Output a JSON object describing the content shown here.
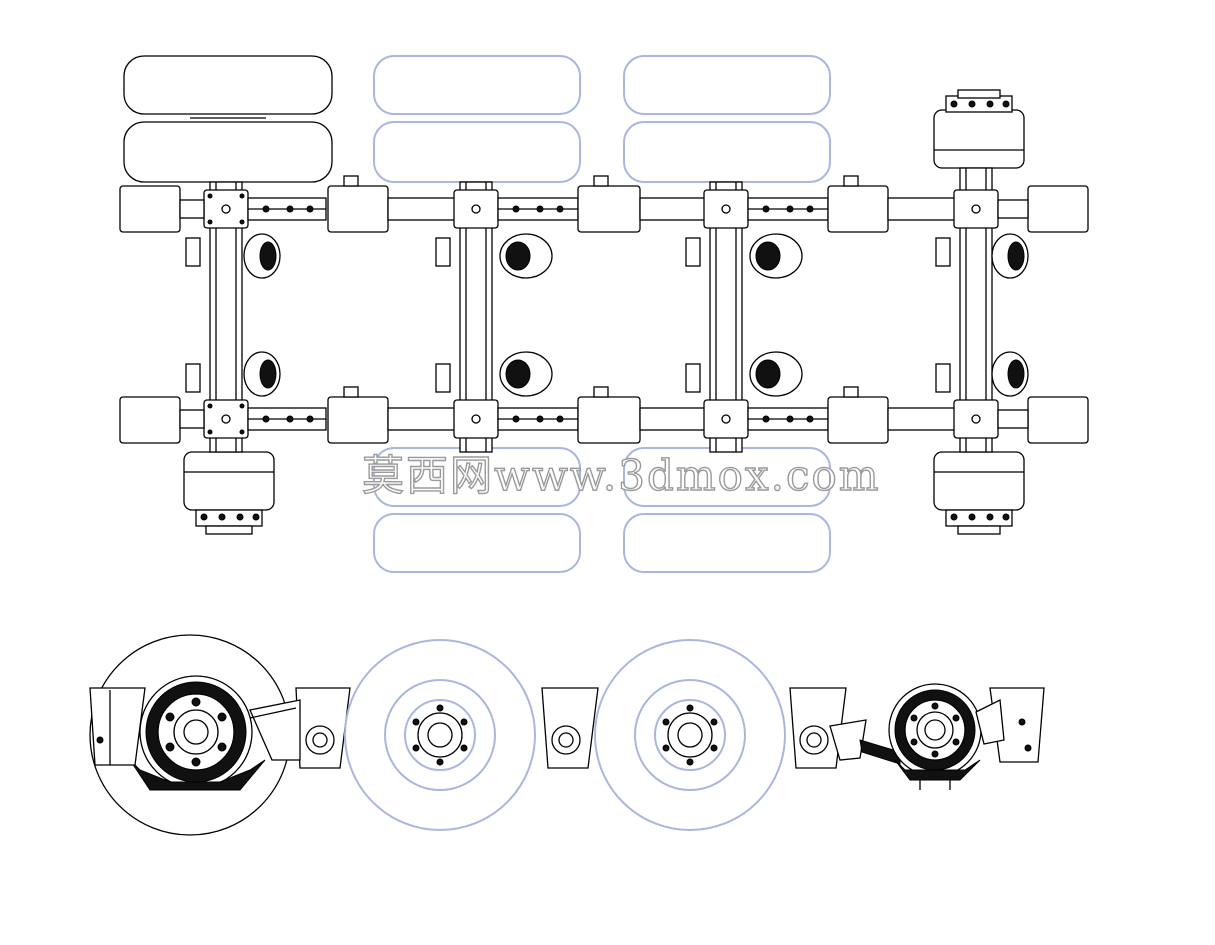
{
  "watermark": {
    "text": "莫西网www.3dmox.com"
  },
  "drawing": {
    "views": [
      "plan-view",
      "side-elevation"
    ],
    "axles": 4,
    "ghosted_axles": [
      2,
      3
    ],
    "line_color": "#000000",
    "ghost_color": "#aab6df"
  }
}
